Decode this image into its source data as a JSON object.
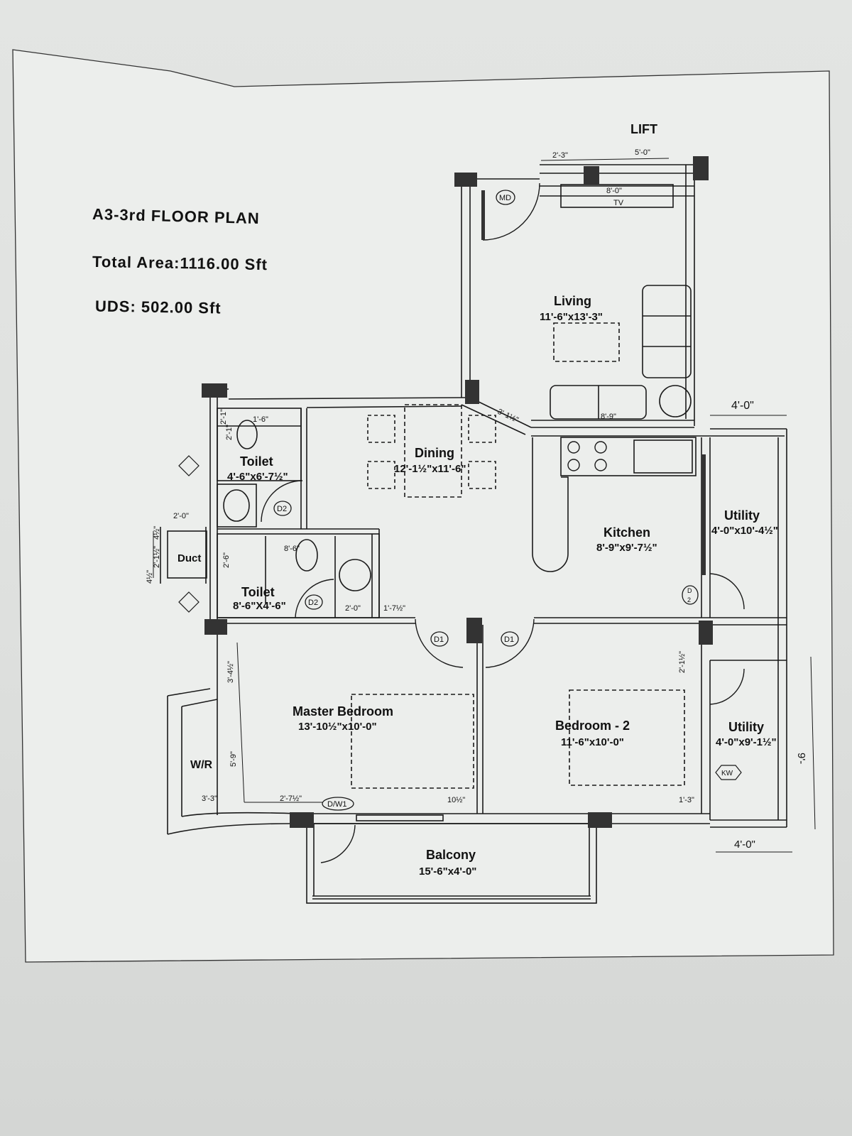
{
  "header": {
    "title": "A3-3rd FLOOR PLAN",
    "total_area": "Total Area:1116.00 Sft",
    "uds": "UDS: 502.00 Sft"
  },
  "lift_label": "LIFT",
  "rooms": {
    "living": {
      "name": "Living",
      "dim": "11'-6\"x13'-3\""
    },
    "dining": {
      "name": "Dining",
      "dim": "12'-1½\"x11'-6\""
    },
    "kitchen": {
      "name": "Kitchen",
      "dim": "8'-9\"x9'-7½\""
    },
    "utility1": {
      "name": "Utility",
      "dim": "4'-0\"x10'-4½\""
    },
    "utility2": {
      "name": "Utility",
      "dim": "4'-0\"x9'-1½\""
    },
    "toilet1": {
      "name": "Toilet",
      "dim": "4'-6\"x6'-7½\""
    },
    "toilet2": {
      "name": "Toilet",
      "dim": "8'-6\"X4'-6\""
    },
    "master": {
      "name": "Master Bedroom",
      "dim": "13'-10½\"x10'-0\""
    },
    "bedroom2": {
      "name": "Bedroom - 2",
      "dim": "11'-6\"x10'-0\""
    },
    "balcony": {
      "name": "Balcony",
      "dim": "15'-6\"x4'-0\""
    },
    "duct": {
      "name": "Duct"
    },
    "wr": {
      "name": "W/R"
    }
  },
  "door_tags": {
    "md": "MD",
    "d1": "D1",
    "d2": "D2",
    "dw1": "D/W1",
    "kw": "KW",
    "tv": "TV",
    "d2_fraction_top": "D",
    "d2_fraction_bottom": "2"
  },
  "dimensions": {
    "lift_left": "2'-3\"",
    "lift_right": "5'-0\"",
    "tv_width": "8'-0\"",
    "sofa": "8'-9\"",
    "angled_wall": "3'-1½\"",
    "right_top": "4'-0\"",
    "right_bottom": "4'-0\"",
    "duct_width": "2'-0\"",
    "duct_height": "2'-1½\"",
    "duct_top": "4½\"",
    "duct_bottom": "4½\"",
    "toilet1_w": "2'-1\"",
    "toilet1_h": "2'-1\"",
    "toilet1_top": "1'-6\"",
    "toilet2_w": "2'-0\"",
    "toilet2_h": "2'-6\"",
    "toilet2_top": "8'-6\"",
    "passage": "1'-7½\"",
    "master_v1": "3'-4½\"",
    "master_v2": "5'-9\"",
    "wr_w": "3'-3\"",
    "master_b": "2'-7½\"",
    "master_end": "10½\"",
    "bed2_v": "2'-1½\"",
    "bed2_b": "1'-3\"",
    "right_v": "9'-"
  }
}
